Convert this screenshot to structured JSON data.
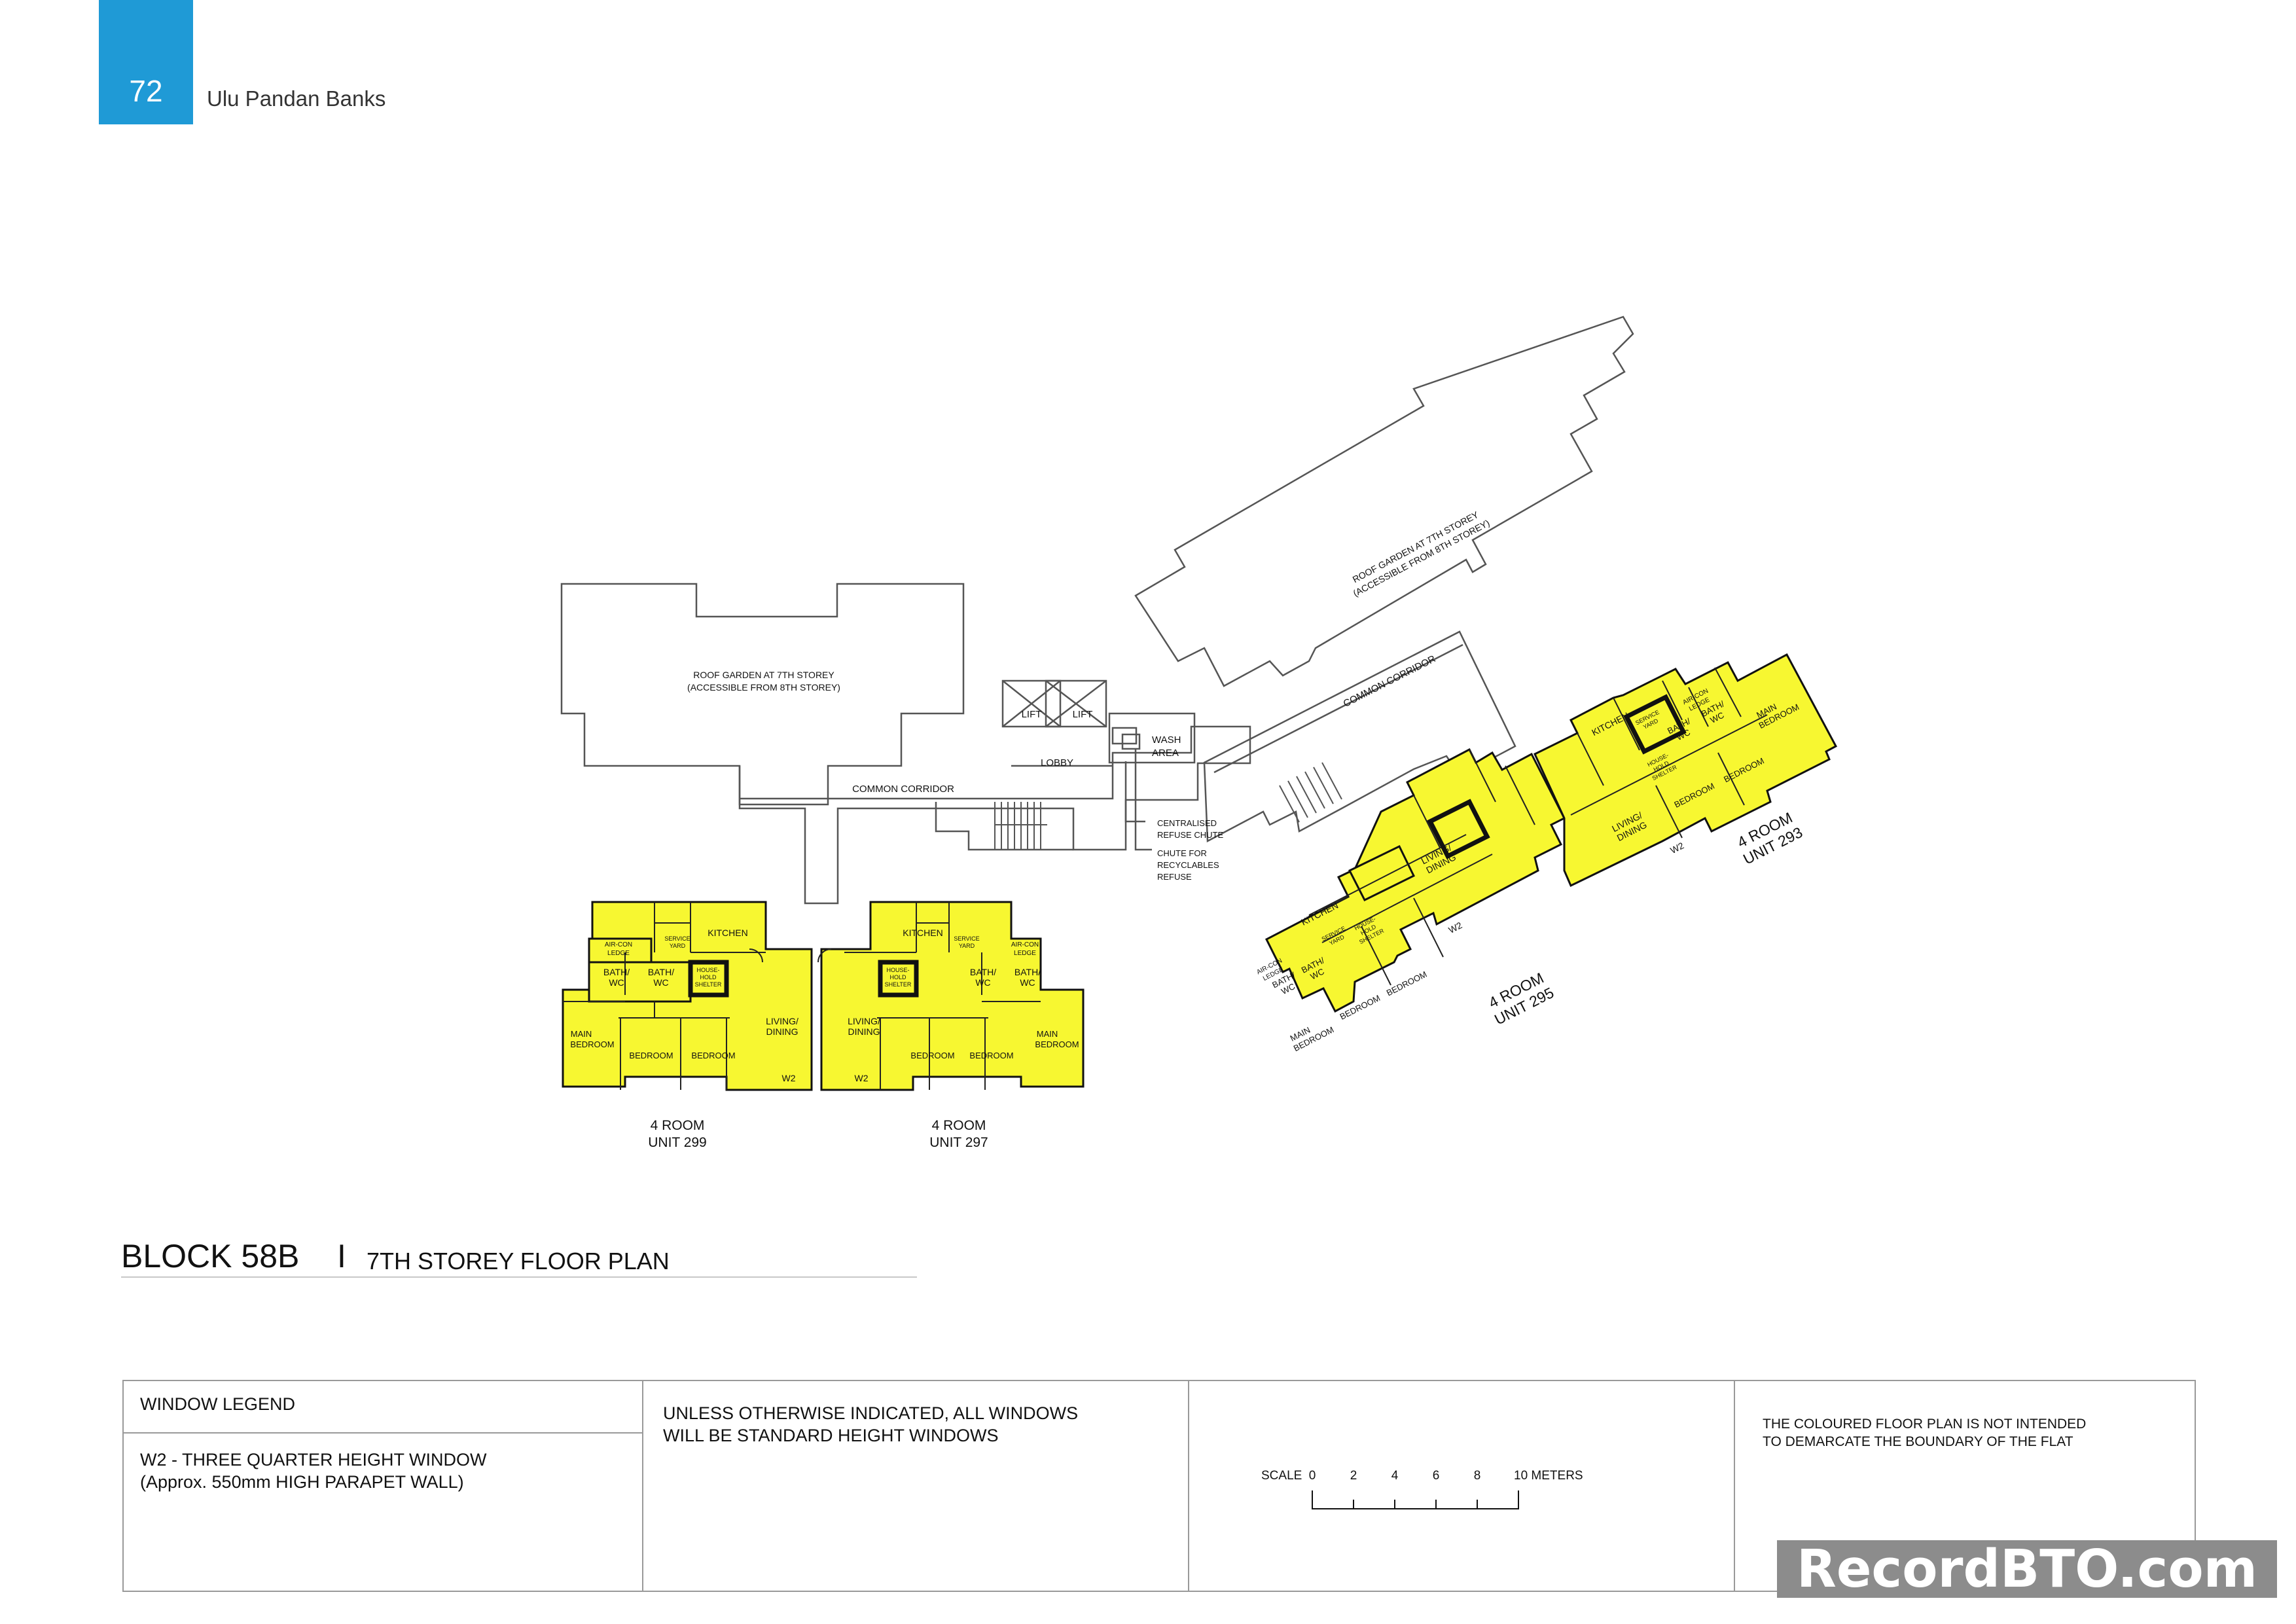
{
  "page": {
    "number": "72",
    "header": "Ulu Pandan Banks"
  },
  "title": {
    "block": "BLOCK 58B",
    "separator": "I",
    "storey": "7TH STOREY FLOOR PLAN"
  },
  "colors": {
    "accent": "#1f9ad6",
    "unit_fill": "#f7f731",
    "line": "#555555"
  },
  "plan": {
    "roof_garden_left": [
      "ROOF GARDEN AT 7TH STOREY",
      "(ACCESSIBLE FROM 8TH STOREY)"
    ],
    "roof_garden_right": [
      "ROOF GARDEN AT 7TH STOREY",
      "(ACCESSIBLE FROM 8TH STOREY)"
    ],
    "common_corridor": "COMMON CORRIDOR",
    "lift": "LIFT",
    "lobby": "LOBBY",
    "wash_area": [
      "WASH",
      "AREA"
    ],
    "refuse_chute": [
      "CENTRALISED",
      "REFUSE CHUTE"
    ],
    "recyclables_chute": [
      "CHUTE FOR",
      "RECYCLABLES",
      "REFUSE"
    ],
    "window_marker": "W2",
    "rooms": {
      "kitchen": "KITCHEN",
      "service_yard": [
        "SERVICE",
        "YARD"
      ],
      "aircon_ledge": [
        "AIR-CON",
        "LEDGE"
      ],
      "bath_wc": [
        "BATH/",
        "WC"
      ],
      "household_shelter": [
        "HOUSE-",
        "HOLD",
        "SHELTER"
      ],
      "living_dining": [
        "LIVING/",
        "DINING"
      ],
      "main_bedroom": [
        "MAIN",
        "BEDROOM"
      ],
      "bedroom": "BEDROOM"
    },
    "units": [
      {
        "type": "4 ROOM",
        "unit": "UNIT 299"
      },
      {
        "type": "4 ROOM",
        "unit": "UNIT 297"
      },
      {
        "type": "4 ROOM",
        "unit": "UNIT 295"
      },
      {
        "type": "4 ROOM",
        "unit": "UNIT 293"
      }
    ]
  },
  "legend": {
    "window_header": "WINDOW LEGEND",
    "w2_lines": [
      "W2 - THREE QUARTER  HEIGHT WINDOW",
      "(Approx. 550mm HIGH PARAPET WALL)"
    ],
    "standard_note": [
      "UNLESS OTHERWISE INDICATED, ALL WINDOWS",
      "WILL BE STANDARD HEIGHT WINDOWS"
    ],
    "scale_label": "SCALE",
    "scale_ticks": [
      "0",
      "2",
      "4",
      "6",
      "8",
      "10 METERS"
    ],
    "disclaimer": [
      "THE COLOURED FLOOR PLAN IS NOT INTENDED",
      "TO DEMARCATE THE BOUNDARY OF THE FLAT"
    ]
  },
  "watermark": "RecordBTO.com"
}
